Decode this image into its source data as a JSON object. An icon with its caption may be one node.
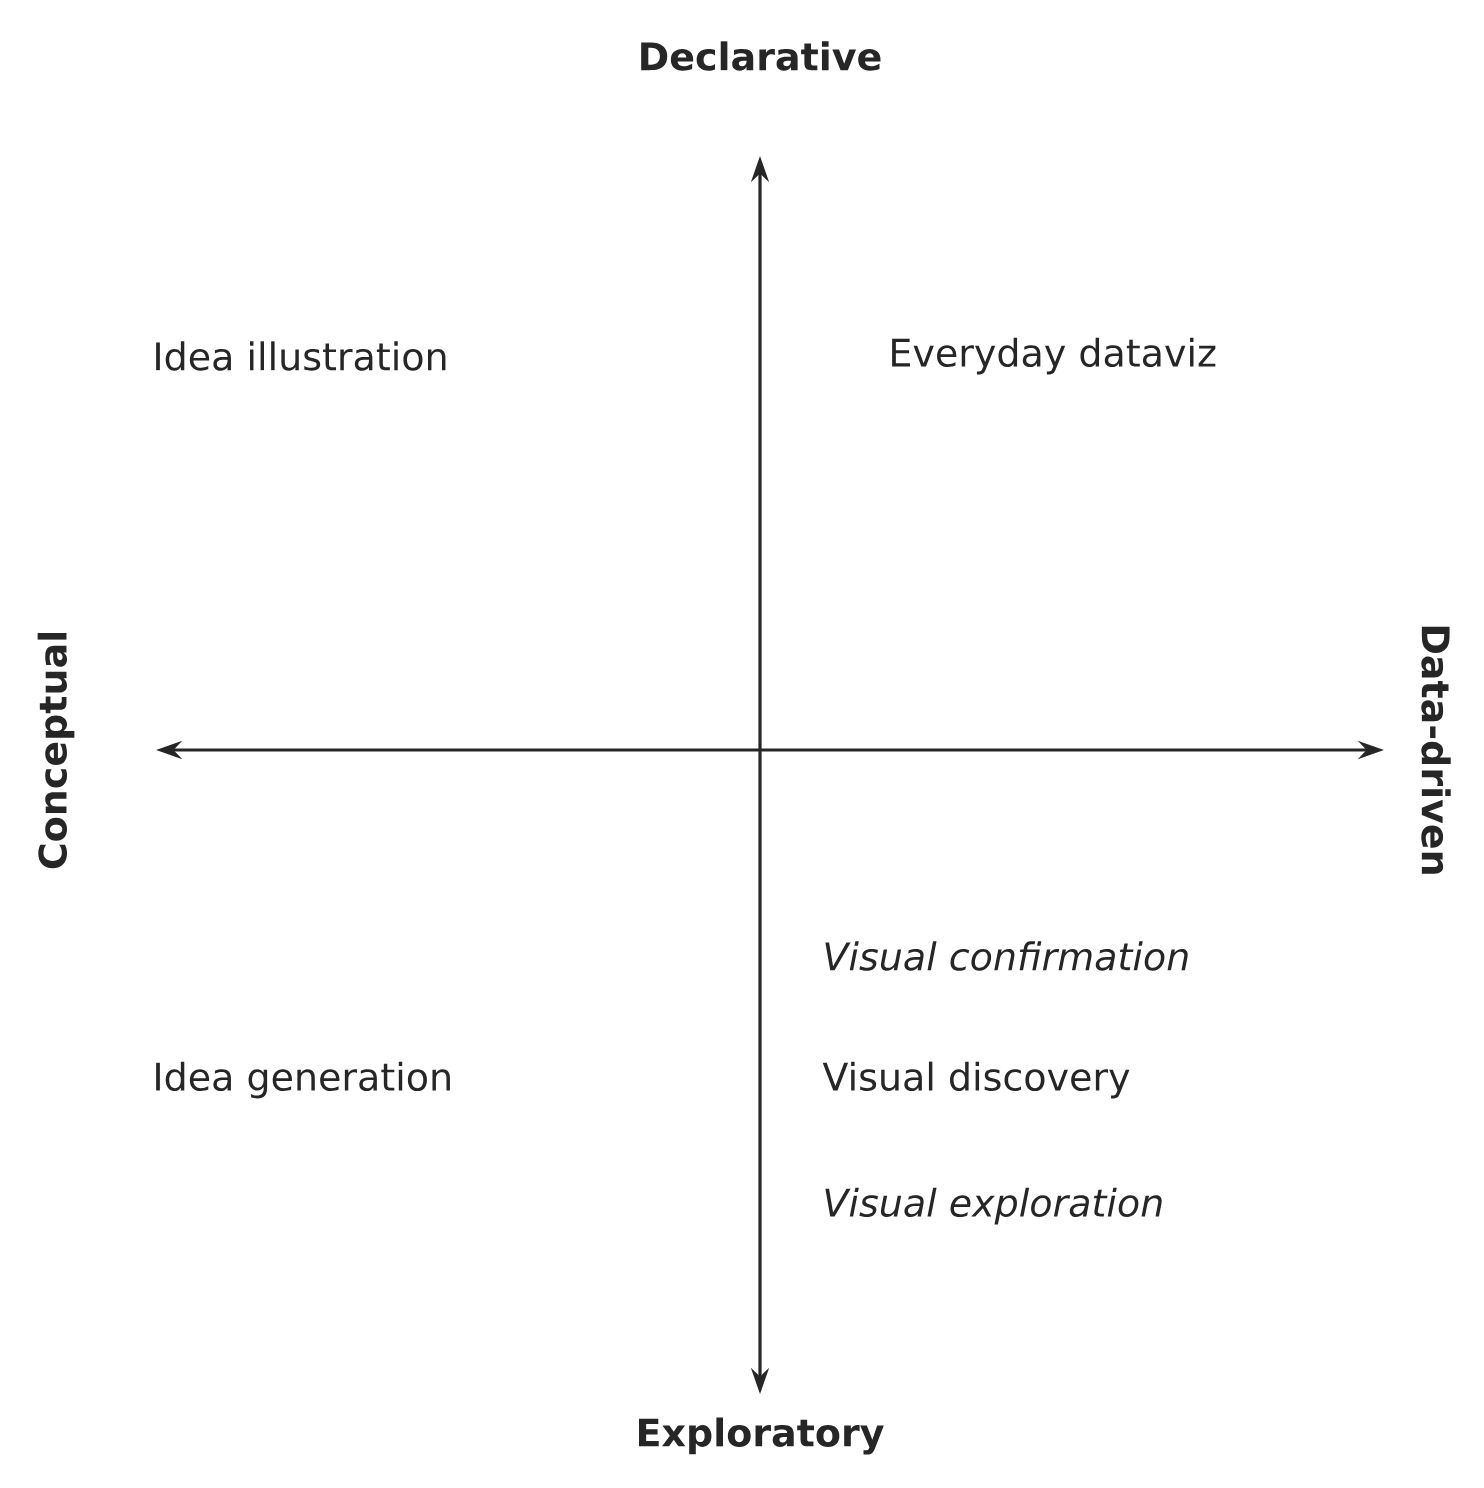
{
  "diagram": {
    "labels": [
      "Declarative",
      "Idea illustration",
      "Everyday dataviz",
      "Conceptual",
      "Data-driven",
      "Visual confirmation",
      "Idea generation",
      "Visual discovery",
      "Visual exploration",
      "Exploratory"
    ]
  }
}
